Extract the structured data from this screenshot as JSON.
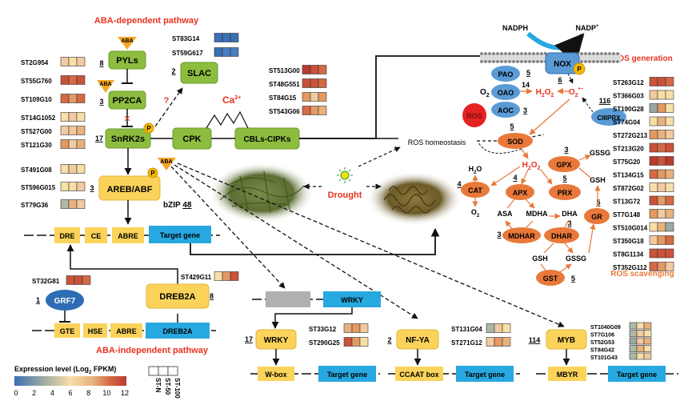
{
  "titles": {
    "aba_dependent": "ABA-dependent pathway",
    "aba_independent": "ABA-independent pathway",
    "ros_generation": "ROS generation",
    "ros_scavenging": "ROS scavenging"
  },
  "nodes": {
    "aba": "ABA",
    "pyls": "PYLs",
    "pp2ca": "PP2CA",
    "snrk2s": "SnRK2s",
    "slac": "SLAC",
    "cpk": "CPK",
    "cbls": "CBLs-CIPKs",
    "ca": "Ca",
    "ca_sup": "2+",
    "areb": "AREB/ABF",
    "bzip": "bZIP",
    "p": "P",
    "q": "?",
    "dre": "DRE",
    "ce": "CE",
    "abre": "ABRE",
    "target_gene": "Target gene",
    "grf7": "GRF7",
    "dreb2a": "DREB2A",
    "gte": "GTE",
    "hse": "HSE",
    "wrky": "WRKY",
    "wbox": "W-box",
    "nfya": "NF-YA",
    "ccaat": "CCAAT box",
    "myb": "MYB",
    "mbyr": "MBYR",
    "drought": "Drought",
    "ros_homeostasis": "ROS homeostasis",
    "nadph": "NADPH",
    "nadp": "NADP",
    "nadp_sup": "+",
    "nox": "NOX",
    "pao": "PAO",
    "oao": "OAO",
    "aoc": "AOC",
    "ros": "ROS",
    "o2": "O",
    "o2_sub": "2",
    "h2o2_h": "H",
    "h2o2_2a": "2",
    "h2o2_o": "O",
    "h2o2_2b": "2",
    "superoxide_sup": "•−",
    "ciiiprx": "CIIIPRX",
    "sod": "SOD",
    "gpx": "GPX",
    "prx": "PRX",
    "cat": "CAT",
    "apx": "APX",
    "gssg": "GSSG",
    "gsh": "GSH",
    "h2o": "H",
    "asa": "ASA",
    "mdha": "MDHA",
    "dha": "DHA",
    "mdhar": "MDHAR",
    "dhar": "DHAR",
    "gr": "GR",
    "gst": "GST"
  },
  "counts": {
    "pyls": "8",
    "pp2ca": "3",
    "snrk2s": "17",
    "slac": "2",
    "bzip": "48",
    "grf7": "1",
    "dreb2a": "8",
    "wrky": "17",
    "nfya": "2",
    "myb": "114",
    "nox": "6",
    "pao": "5",
    "oao": "14",
    "aoc": "3",
    "ciiiprx": "116",
    "sod": "5",
    "gpx": "3",
    "prx": "5",
    "cat": "4",
    "apx": "4",
    "mdhar": "3",
    "dhar": "3",
    "gr": "5",
    "gst": "5"
  },
  "gene_labels": {
    "pyls": [
      "ST2G954",
      "ST55G760",
      "ST109G10",
      "ST14G1052"
    ],
    "snrk": [
      "ST527G00",
      "ST121G30"
    ],
    "slac": [
      "ST83G14",
      "ST59G617"
    ],
    "areb": [
      "ST491G08",
      "ST596G015",
      "ST79G36"
    ],
    "cbl": [
      "ST513G00",
      "ST48G551",
      "ST84G15",
      "ST543G06"
    ],
    "grf7": [
      "ST32G81"
    ],
    "dreb2a": [
      "ST429G11"
    ],
    "wrky": [
      "ST33G12",
      "ST290G25"
    ],
    "nfya": [
      "ST131G04",
      "ST271G12"
    ],
    "myb": [
      "ST1040G09",
      "ST7G106",
      "ST52G53",
      "ST84G42",
      "ST101G43"
    ],
    "ros": [
      "ST263G12",
      "ST366G03",
      "ST190G28",
      "ST74G04",
      "ST272G213",
      "ST213G20",
      "ST75G20",
      "ST134G15",
      "ST872G02",
      "ST13G72",
      "ST7G148",
      "ST510G014",
      "ST350G18",
      "ST8G1134",
      "ST352G112"
    ]
  },
  "heatmaps": {
    "pyls": [
      [
        "#f2c9a1",
        "#f7dfa8",
        "#f2c9a1"
      ],
      [
        "#c9533a",
        "#d46a44",
        "#c9533a"
      ],
      [
        "#d46a44",
        "#e39a62",
        "#d46a44"
      ],
      [
        "#f7dfa8",
        "#f2c9a1",
        "#f7dfa8"
      ]
    ],
    "snrk": [
      [
        "#f2c9a1",
        "#f2c9a1",
        "#e8b27d"
      ],
      [
        "#e39a62",
        "#f2c9a1",
        "#e8b27d"
      ]
    ],
    "slac": [
      [
        "#3b6fb3",
        "#3b6fb3",
        "#3b6fb3"
      ],
      [
        "#3b6fb3",
        "#4a7cc0",
        "#4a7cc0"
      ]
    ],
    "areb": [
      [
        "#f7dfa8",
        "#f2c9a1",
        "#f7dfa8"
      ],
      [
        "#f7dfa8",
        "#f7dfa8",
        "#f2c9a1"
      ],
      [
        "#aeb8a6",
        "#e8b27d",
        "#f2c9a1"
      ]
    ],
    "cbl": [
      [
        "#b93a2e",
        "#c9533a",
        "#d46a44"
      ],
      [
        "#c9533a",
        "#c9533a",
        "#d46a44"
      ],
      [
        "#e39a62",
        "#f2c9a1",
        "#e39a62"
      ],
      [
        "#d46a44",
        "#e39a62",
        "#e8b27d"
      ]
    ],
    "grf7": [
      [
        "#c9533a",
        "#c9533a",
        "#d46a44"
      ]
    ],
    "dreb2a": [
      [
        "#f7dfa8",
        "#e39a62",
        "#c9533a"
      ]
    ],
    "wrky": [
      [
        "#e8b27d",
        "#e39a62",
        "#f2c9a1"
      ],
      [
        "#c9533a",
        "#e39a62",
        "#f7dfa8"
      ]
    ],
    "nfya": [
      [
        "#aeb8a6",
        "#f2c9a1",
        "#f7dfa8"
      ],
      [
        "#f2c9a1",
        "#e39a62",
        "#e8b27d"
      ]
    ],
    "myb": [
      [
        "#aeb8a6",
        "#f7dfa8",
        "#e8b27d"
      ],
      [
        "#aeb8a6",
        "#f2c9a1",
        "#f7dfa8"
      ],
      [
        "#9aa9a3",
        "#f2c9a1",
        "#e8b27d"
      ],
      [
        "#aeb8a6",
        "#e8b27d",
        "#f7dfa8"
      ],
      [
        "#aeb8a6",
        "#f7dfa8",
        "#f2c9a1"
      ]
    ],
    "ros": [
      [
        "#c9533a",
        "#c9533a",
        "#d46a44"
      ],
      [
        "#f2c9a1",
        "#f7dfa8",
        "#f7dfa8"
      ],
      [
        "#9aa9a3",
        "#e39a62",
        "#f7dfa8"
      ],
      [
        "#f7dfa8",
        "#e8b27d",
        "#f7dfa8"
      ],
      [
        "#e39a62",
        "#e8b27d",
        "#f2c9a1"
      ],
      [
        "#c9533a",
        "#d46a44",
        "#c9533a"
      ],
      [
        "#b93a2e",
        "#c9533a",
        "#b93a2e"
      ],
      [
        "#d46a44",
        "#e39a62",
        "#e8b27d"
      ],
      [
        "#f7dfa8",
        "#f2c9a1",
        "#f7dfa8"
      ],
      [
        "#c9533a",
        "#e39a62",
        "#d46a44"
      ],
      [
        "#e39a62",
        "#f2c9a1",
        "#e8b27d"
      ],
      [
        "#f7dfa8",
        "#e8b27d",
        "#9aa9a3"
      ],
      [
        "#f2c9a1",
        "#e39a62",
        "#d46a44"
      ],
      [
        "#c9533a",
        "#c9533a",
        "#c9533a"
      ],
      [
        "#d46a44",
        "#e39a62",
        "#f2c9a1"
      ]
    ]
  },
  "legend": {
    "title": "Expression level (Log",
    "title_sub": "2",
    "title_end": " FPKM)",
    "ticks": [
      "0",
      "2",
      "4",
      "6",
      "8",
      "10",
      "12"
    ],
    "columns": [
      "ST-N",
      "ST-50",
      "ST-100"
    ]
  },
  "colors": {
    "green": "#8dbd3f",
    "yellow": "#fbd35a",
    "blue": "#27a8e0",
    "dark_blue": "#2e6db4",
    "orange": "#e8793a",
    "light_blue": "#5b9bd5",
    "red_title": "#e8321e",
    "grey": "#b0b0b0"
  }
}
